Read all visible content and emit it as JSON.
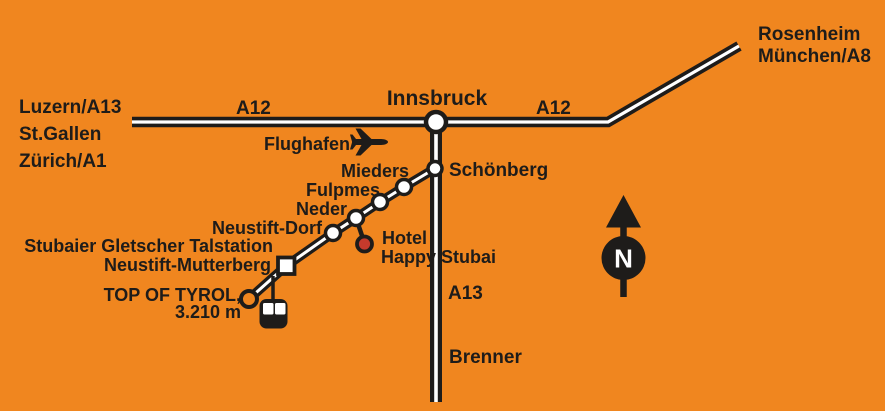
{
  "colors": {
    "background": "#F0861F",
    "ink": "#1E1C1A",
    "road": "#FFFFFF",
    "hotel_marker": "#C53A2C"
  },
  "west_destinations": [
    "Luzern/A13",
    "St.Gallen",
    "Zürich/A1"
  ],
  "northeast_destinations": [
    "Rosenheim",
    "München/A8"
  ],
  "south_destination": "Brenner",
  "highway_labels": {
    "a12_west": "A12",
    "a12_east": "A12",
    "a13": "A13"
  },
  "city_labels": {
    "innsbruck": "Innsbruck",
    "schoenberg": "Schönberg"
  },
  "airport": {
    "label": "Flughafen"
  },
  "stations": [
    "Mieders",
    "Fulpmes",
    "Neder",
    "Neustift-Dorf"
  ],
  "hotel": {
    "line1": "Hotel",
    "line2": "Happy Stubai"
  },
  "talstation": {
    "line1": "Stubaier Gletscher Talstation",
    "line2": "Neustift-Mutterberg"
  },
  "summit": {
    "name": "TOP OF TYROL,",
    "elevation": "3.210 m"
  },
  "compass": {
    "letter": "N"
  },
  "icons": {
    "airport": "airplane-icon",
    "compass": "north-compass-icon",
    "lift": "gondola-cabin-icon"
  }
}
